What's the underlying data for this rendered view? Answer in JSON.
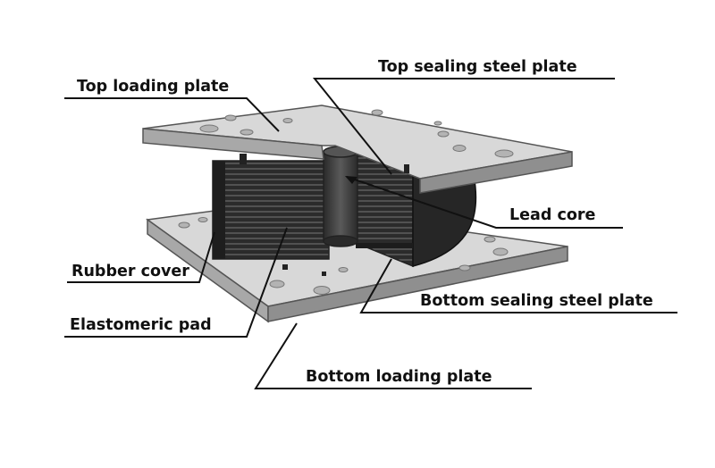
{
  "labels": {
    "top_loading_plate": "Top loading plate",
    "top_sealing_steel_plate": "Top sealing steel plate",
    "lead_core": "Lead core",
    "rubber_cover": "Rubber cover",
    "elastomeric_pad": "Elastomeric pad",
    "bottom_sealing_steel_plate": "Bottom sealing steel plate",
    "bottom_loading_plate": "Bottom loading plate"
  },
  "colors": {
    "plate_top_face": "#d6d6d6",
    "plate_edge": "#9a9a9a",
    "plate_outline": "#555555",
    "rubber_dark": "#2e2e2e",
    "layer_lines": "#666666",
    "lead_core": "#3a3a3a",
    "hole": "#bdbdbd"
  }
}
